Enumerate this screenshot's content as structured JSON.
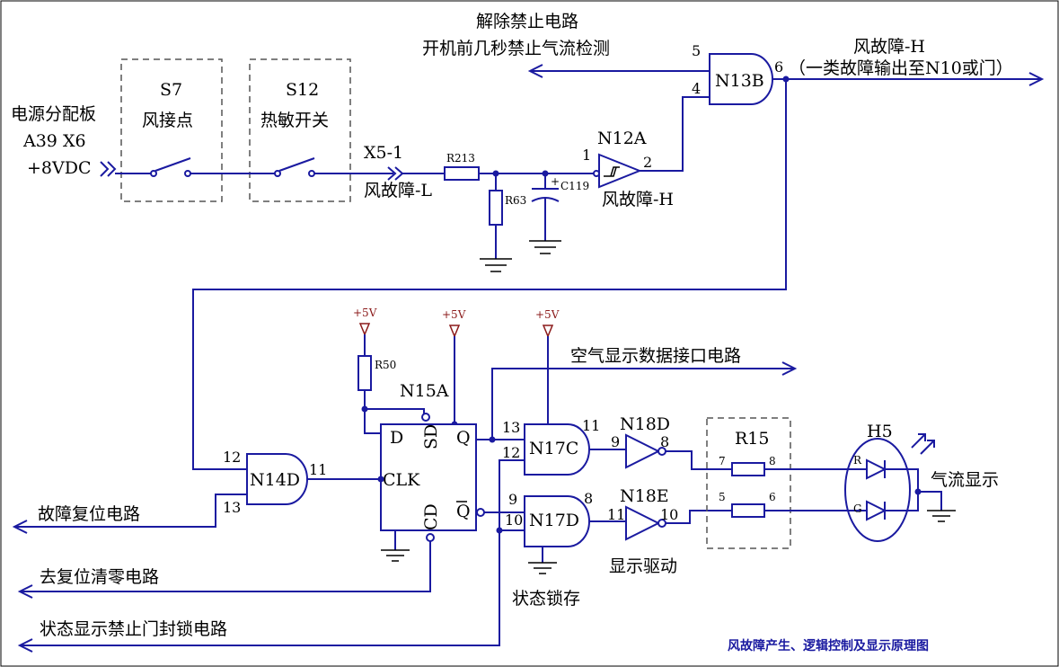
{
  "caption": "风故障产生、逻辑控制及显示原理图",
  "top": {
    "inhibit_title": "解除禁止电路",
    "inhibit_sub": "开机前几秒禁止气流检测",
    "out_title": "风故障-H",
    "out_sub": "（一类故障输出至N10或门）"
  },
  "power_board": {
    "line1": "电源分配板",
    "line2": "A39  X6",
    "line3": "+8VDC"
  },
  "s7": {
    "name": "S7",
    "desc": "风接点"
  },
  "s12": {
    "name": "S12",
    "desc": "热敏开关"
  },
  "x5": "X5-1",
  "fault_low": "风故障-L",
  "fault_high": "风故障-H",
  "r213": "R213",
  "r63": "R63",
  "c119": "C119",
  "r50": "R50",
  "r15": "R15",
  "h5": "H5",
  "vcc": "+5V",
  "n12a": {
    "name": "N12A",
    "pin_in": "1",
    "pin_out": "2"
  },
  "n13b": {
    "name": "N13B",
    "pin_a": "5",
    "pin_b": "4",
    "pin_out": "6"
  },
  "n14d": {
    "name": "N14D",
    "pin_a": "12",
    "pin_b": "13",
    "pin_out": "11"
  },
  "n15a": {
    "name": "N15A",
    "d": "D",
    "clk": "CLK",
    "sd": "SD",
    "cd": "CD",
    "q": "Q",
    "qb": "Q"
  },
  "n17c": {
    "name": "N17C",
    "pin_a": "13",
    "pin_b": "12",
    "pin_out": "11"
  },
  "n17d": {
    "name": "N17D",
    "pin_a": "9",
    "pin_b": "10",
    "pin_out": "8"
  },
  "n18d": {
    "name": "N18D",
    "pin_in": "9",
    "pin_out": "8"
  },
  "n18e": {
    "name": "N18E",
    "pin_in": "11",
    "pin_out": "10"
  },
  "r15_pins": {
    "p7": "7",
    "p8": "8",
    "p5": "5",
    "p6": "6"
  },
  "led": {
    "r": "R",
    "g": "G"
  },
  "air_display": "气流显示",
  "air_data": "空气显示数据接口电路",
  "fault_reset": "故障复位电路",
  "de_reset": "去复位清零电路",
  "status_lock": "状态显示禁止门封锁电路",
  "state_latch": "状态锁存",
  "display_drive": "显示驱动"
}
